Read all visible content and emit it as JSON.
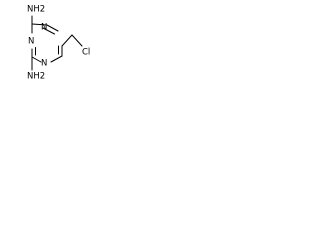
{
  "molecule": {
    "top_substituent_label": "NH2",
    "bottom_substituent_label": "NH2",
    "side_substituent_label": "Cl",
    "ring_atom_labels": [
      "N",
      "N",
      "N"
    ]
  }
}
